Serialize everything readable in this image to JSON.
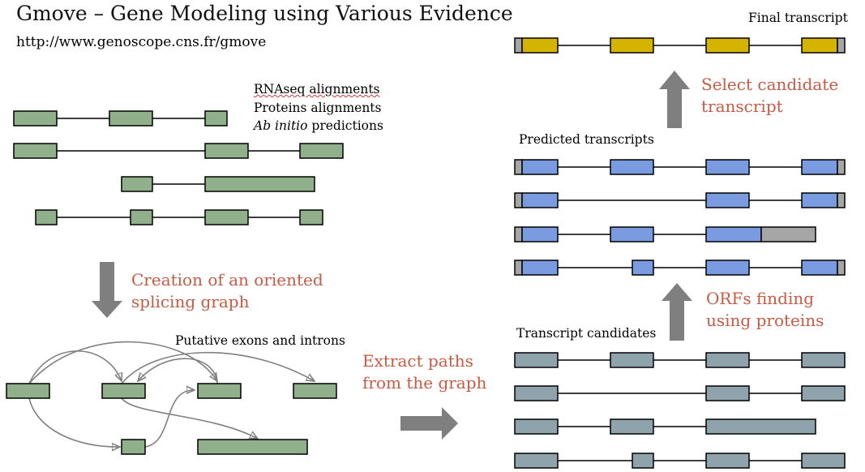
{
  "title": "Gmove – Gene Modeling using Various Evidence",
  "url": "http://www.genoscope.cns.fr/gmove",
  "evidence_legend": {
    "line1": "RNAseq alignments",
    "line2": "Proteins alignments",
    "line3_italic": "Ab initio",
    "line3_rest": " predictions"
  },
  "labels": {
    "putative": "Putative exons and introns",
    "transcript_candidates": "Transcript candidates",
    "predicted_transcripts": "Predicted transcripts",
    "final_transcript": "Final transcript"
  },
  "steps": {
    "splicing_graph": [
      "Creation of an oriented",
      "splicing graph"
    ],
    "extract_paths": [
      "Extract paths",
      "from the graph"
    ],
    "orf_finding": [
      "ORFs finding",
      "using proteins"
    ],
    "select_candidate": [
      "Select candidate",
      "transcript"
    ]
  },
  "colors": {
    "evidence_exon": "#8fb08a",
    "candidate_exon": "#8fa3ad",
    "cds_exon": "#7b9be0",
    "utr": "#a6a6a6",
    "final_exon": "#d4b400",
    "step_text": "#c85a44",
    "arrow": "#7f7f7f",
    "graph_edge": "#7f7f7f"
  }
}
